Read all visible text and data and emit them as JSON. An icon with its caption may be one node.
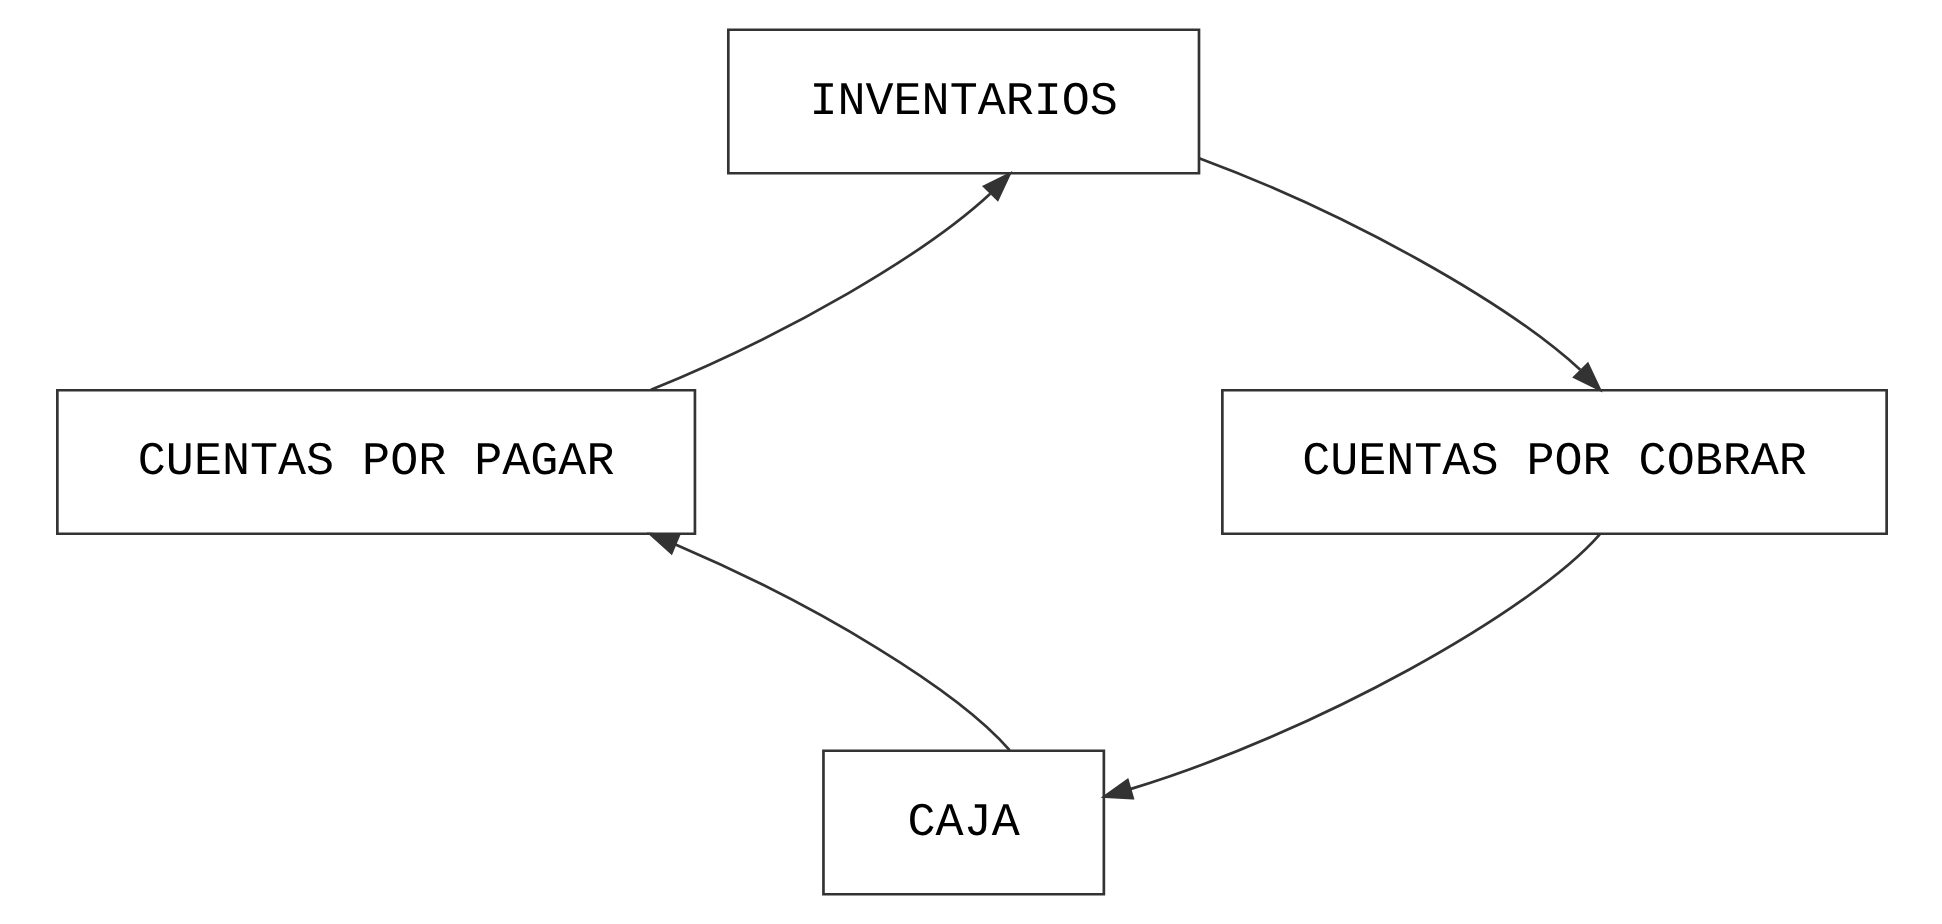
{
  "diagram": {
    "nodes": [
      {
        "text": [
          "INVENTARIOS"
        ]
      },
      {
        "text": [
          "CUENTAS POR PAGAR"
        ]
      },
      {
        "text": [
          "CUENTAS POR COBRAR"
        ]
      },
      {
        "text": [
          "CAJA"
        ]
      }
    ],
    "edges": [
      {
        "from": 1,
        "to": 0,
        "arrow": "to"
      },
      {
        "from": 0,
        "to": 2,
        "arrow": "to"
      },
      {
        "from": 2,
        "to": 3,
        "arrow": "to"
      },
      {
        "from": 3,
        "to": 1,
        "arrow": "to"
      }
    ]
  }
}
